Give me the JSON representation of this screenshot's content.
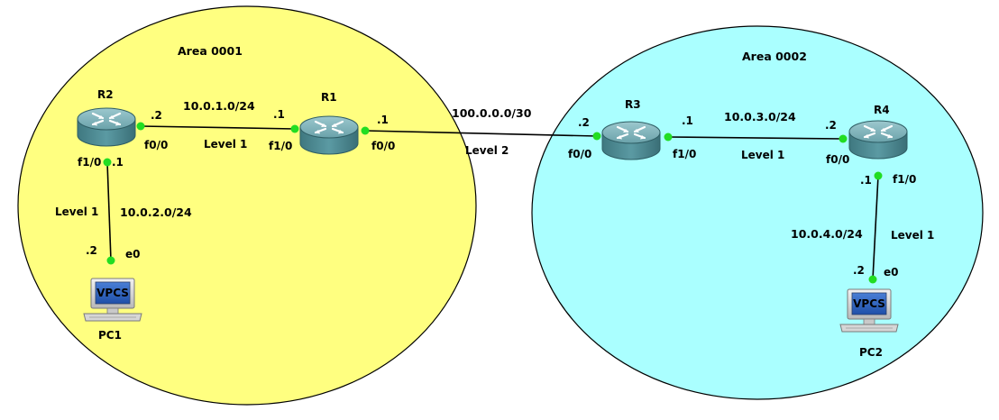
{
  "areas": [
    {
      "label": "Area 0001",
      "fill": "#ffff80"
    },
    {
      "label": "Area 0002",
      "fill": "#aaffff"
    }
  ],
  "devices": {
    "R1": {
      "label": "R1",
      "icon": "router-icon"
    },
    "R2": {
      "label": "R2",
      "icon": "router-icon"
    },
    "R3": {
      "label": "R3",
      "icon": "router-icon"
    },
    "R4": {
      "label": "R4",
      "icon": "router-icon"
    },
    "PC1": {
      "label": "PC1",
      "icon": "vpcs-pc-icon",
      "badge": "VPCS"
    },
    "PC2": {
      "label": "PC2",
      "icon": "vpcs-pc-icon",
      "badge": "VPCS"
    }
  },
  "links": {
    "r2_r1": {
      "network": "10.0.1.0/24",
      "level": "Level 1",
      "end_a": {
        "interface": "f0/0",
        "host": ".2"
      },
      "end_b": {
        "interface": "f1/0",
        "host": ".1"
      }
    },
    "r2_pc1": {
      "network": "10.0.2.0/24",
      "level": "Level 1",
      "end_a": {
        "interface": "f1/0",
        "host": ".1"
      },
      "end_b": {
        "interface": "e0",
        "host": ".2"
      }
    },
    "r1_r3": {
      "network": "100.0.0.0/30",
      "level": "Level 2",
      "end_a": {
        "interface": "f0/0",
        "host": ".1"
      },
      "end_b": {
        "interface": "f0/0",
        "host": ".2"
      }
    },
    "r3_r4": {
      "network": "10.0.3.0/24",
      "level": "Level 1",
      "end_a": {
        "interface": "f1/0",
        "host": ".1"
      },
      "end_b": {
        "interface": "f0/0",
        "host": ".2"
      }
    },
    "r4_pc2": {
      "network": "10.0.4.0/24",
      "level": "Level 1",
      "end_a": {
        "interface": "f1/0",
        "host": ".1"
      },
      "end_b": {
        "interface": "e0",
        "host": ".2"
      }
    }
  },
  "colors": {
    "router_body": "#4f8d96",
    "router_top": "#7fb3bb",
    "port_up": "#22dd22",
    "link": "#000000"
  }
}
